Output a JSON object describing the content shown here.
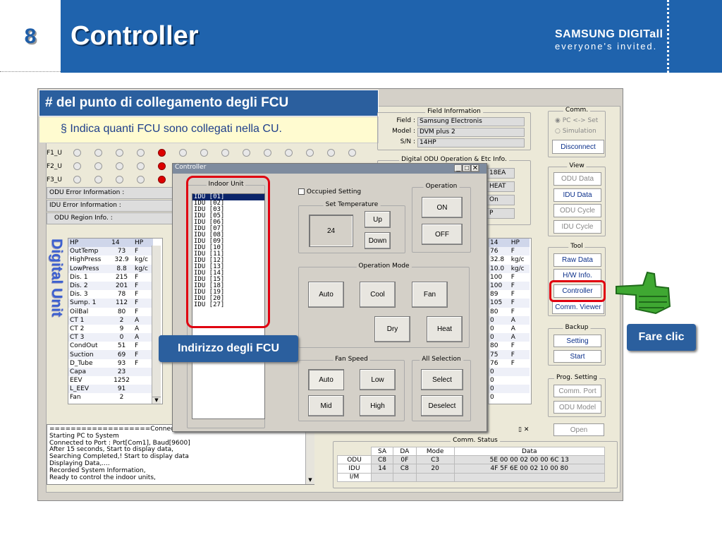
{
  "slide": {
    "number": "8",
    "title": "Controller"
  },
  "logo": {
    "line1": "SAMSUNG DIGITall",
    "line2": "everyone's invited."
  },
  "banner": {
    "title": "# del punto di collegamento degli FCU",
    "bullet": "§ Indica quanti FCU sono collegati nella CU."
  },
  "side_label": "Digital Unit",
  "field_info": {
    "title": "Field Information",
    "rows": [
      {
        "label": "Field :",
        "value": "Samsung Electronis"
      },
      {
        "label": "Model :",
        "value": "DVM plus 2"
      },
      {
        "label": "S/N :",
        "value": "14HP"
      }
    ]
  },
  "odu_op": {
    "title": "Digital ODU Operation & Etc Info.",
    "values": [
      "18EA",
      "HEAT",
      "On",
      "P"
    ]
  },
  "comm": {
    "title": "Comm.",
    "radio1": "PC <-> Set",
    "radio2": "Simulation",
    "disconnect": "Disconnect"
  },
  "view": {
    "title": "View",
    "items": [
      "ODU Data",
      "IDU Data",
      "ODU Cycle",
      "IDU Cycle"
    ]
  },
  "tool": {
    "title": "Tool",
    "items": [
      "Raw Data",
      "H/W Info.",
      "Controller",
      "Comm. Viewer"
    ]
  },
  "backup": {
    "title": "Backup",
    "items": [
      "Setting",
      "Start"
    ]
  },
  "prog": {
    "title": "Prog. Setting",
    "items": [
      "Comm. Port",
      "ODU Model"
    ]
  },
  "open_btn": "Open",
  "led_rows": [
    "F1_U",
    "F2_U",
    "F3_U"
  ],
  "info_rows": [
    "ODU Error Information :",
    "IDU Error Information :",
    "ODU Region Info. :"
  ],
  "odu_table": {
    "headers": [
      "HP",
      "14",
      "HP"
    ],
    "rows": [
      [
        "OutTemp",
        "73",
        "F"
      ],
      [
        "HighPress",
        "32.9",
        "kg/c"
      ],
      [
        "LowPress",
        "8.8",
        "kg/c"
      ],
      [
        "Dis. 1",
        "215",
        "F"
      ],
      [
        "Dis. 2",
        "201",
        "F"
      ],
      [
        "Dis. 3",
        "78",
        "F"
      ],
      [
        "Sump. 1",
        "112",
        "F"
      ],
      [
        "OilBal",
        "80",
        "F"
      ],
      [
        "CT 1",
        "2",
        "A"
      ],
      [
        "CT 2",
        "9",
        "A"
      ],
      [
        "CT 3",
        "0",
        "A"
      ],
      [
        "CondOut",
        "51",
        "F"
      ],
      [
        "Suction",
        "69",
        "F"
      ],
      [
        "D_Tube",
        "93",
        "F"
      ],
      [
        "Capa",
        "23",
        ""
      ],
      [
        "EEV",
        "1252",
        ""
      ],
      [
        "L_EEV",
        "91",
        ""
      ],
      [
        "Fan",
        "2",
        ""
      ]
    ]
  },
  "right_table": {
    "headers": [
      "14",
      "HP"
    ],
    "rows": [
      [
        "76",
        "F"
      ],
      [
        "32.8",
        "kg/c"
      ],
      [
        "10.0",
        "kg/c"
      ],
      [
        "100",
        "F"
      ],
      [
        "100",
        "F"
      ],
      [
        "89",
        "F"
      ],
      [
        "105",
        "F"
      ],
      [
        "80",
        "F"
      ],
      [
        "0",
        "A"
      ],
      [
        "0",
        "A"
      ],
      [
        "0",
        "A"
      ],
      [
        "80",
        "F"
      ],
      [
        "75",
        "F"
      ],
      [
        "76",
        "F"
      ],
      [
        "0",
        ""
      ],
      [
        "0",
        ""
      ],
      [
        "0",
        ""
      ],
      [
        "0",
        ""
      ]
    ]
  },
  "log": {
    "lines": [
      "===================Connection Time",
      "Starting PC to System",
      "Connected to Port : Port[Com1], Baud[9600]",
      "After 15 seconds, Start to display data,",
      "Searching Completed,! Start to display data",
      "Displaying Data,....",
      "Recorded System Information,",
      "Ready to control the indoor units,"
    ]
  },
  "comm_status": {
    "title": "Comm. Status",
    "headers": [
      "SA",
      "DA",
      "Mode",
      "Data"
    ],
    "rows": [
      {
        "name": "ODU",
        "cells": [
          "C8",
          "0F",
          "C3",
          "5E 00 00 02 00 00 6C 13"
        ]
      },
      {
        "name": "IDU",
        "cells": [
          "14",
          "C8",
          "20",
          "4F 5F 6E 00 02 10 00 80"
        ]
      },
      {
        "name": "I/M",
        "cells": [
          "",
          "",
          "",
          ""
        ]
      }
    ]
  },
  "controller": {
    "title": "Controller",
    "indoor_unit": "Indoor Unit",
    "idu_list": [
      "IDU [01]",
      "IDU [02]",
      "IDU [03]",
      "IDU [05]",
      "IDU [06]",
      "IDU [07]",
      "IDU [08]",
      "IDU [09]",
      "IDU [10]",
      "IDU [11]",
      "IDU [12]",
      "IDU [13]",
      "IDU [14]",
      "IDU [15]",
      "IDU [18]",
      "IDU [19]",
      "IDU [20]",
      "IDU [27]"
    ],
    "occupied": "Occupied Setting",
    "set_temp": "Set Temperature",
    "temp_value": "24",
    "up": "Up",
    "down": "Down",
    "operation": "Operation",
    "on": "ON",
    "off": "OFF",
    "op_mode": "Operation Mode",
    "modes": [
      "Auto",
      "Cool",
      "Fan",
      "Dry",
      "Heat"
    ],
    "fan_speed": "Fan Speed",
    "fans": [
      "Auto",
      "Low",
      "Mid",
      "High"
    ],
    "all_selection": "All Selection",
    "select": "Select",
    "deselect": "Deselect"
  },
  "callouts": {
    "address": "Indirizzo degli FCU",
    "click": "Fare clic"
  },
  "colors": {
    "header": "#1f63ad",
    "highlight": "#e00010",
    "callout": "#2b5f9e",
    "banner": "#fffbd0",
    "hand": "#3fa832"
  }
}
